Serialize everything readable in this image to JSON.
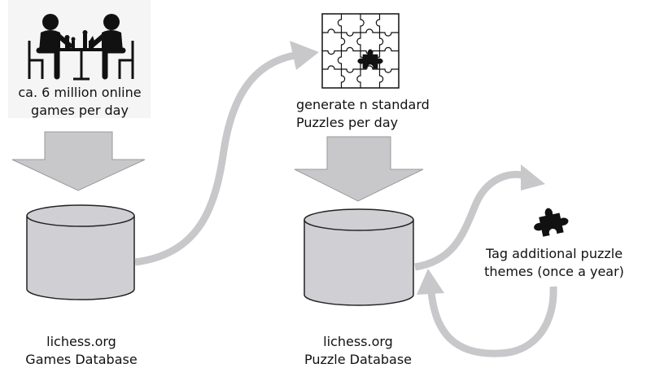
{
  "diagram": {
    "source_caption": {
      "line1": "ca. 6 million online",
      "line2": "games per day"
    },
    "generate_caption": {
      "line1": "generate n standard",
      "line2": "Puzzles per day"
    },
    "tag_caption": {
      "line1": "Tag additional puzzle",
      "line2": "themes (once a year)"
    },
    "games_db": {
      "line1": "lichess.org",
      "line2": "Games Database"
    },
    "puzzle_db": {
      "line1": "lichess.org",
      "line2": "Puzzle Database"
    }
  },
  "colors": {
    "arrow": "#c8c8cb",
    "cylinder_fill": "#d0cfd4",
    "cylinder_stroke": "#222222",
    "icon": "#111111",
    "caption_bg": "#f5f5f5"
  },
  "icons": [
    "chess-players-icon",
    "jigsaw-puzzle-grid-icon",
    "puzzle-piece-icon"
  ]
}
